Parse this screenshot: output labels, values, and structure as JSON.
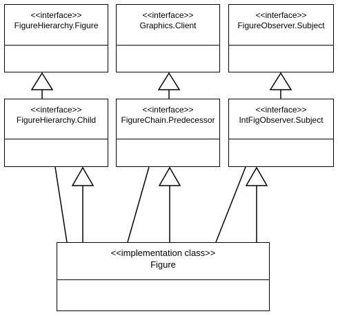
{
  "diagram": {
    "interfaces_top": [
      {
        "stereotype": "<<interface>>",
        "name": "FigureHierarchy.Figure"
      },
      {
        "stereotype": "<<interface>>",
        "name": "Graphics.Client"
      },
      {
        "stereotype": "<<interface>>",
        "name": "FigureObserver.Subject"
      }
    ],
    "interfaces_middle": [
      {
        "stereotype": "<<interface>>",
        "name": "FigureHierarchy.Child"
      },
      {
        "stereotype": "<<interface>>",
        "name": "FigureChain.Predecessor"
      },
      {
        "stereotype": "<<interface>>",
        "name": "IntFigObserver.Subject"
      }
    ],
    "implementation": {
      "stereotype": "<<implementation class>>",
      "name": "Figure"
    }
  }
}
